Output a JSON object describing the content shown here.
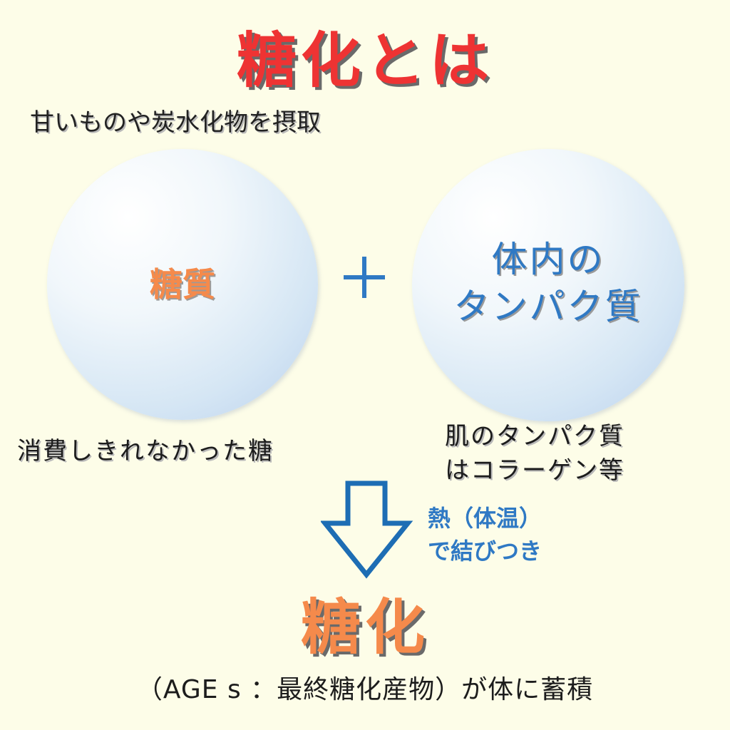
{
  "title": "糖化とは",
  "intro": "甘いものや炭水化物を摂取",
  "left_circle": {
    "label": "糖質",
    "caption": "消費しきれなかった糖"
  },
  "operator": "+",
  "right_circle": {
    "label_lines": [
      "体内の",
      "タンパク質"
    ],
    "caption_lines": [
      "肌のタンパク質",
      "はコラーゲン等"
    ]
  },
  "arrow": {
    "icon": "down-arrow-outline-icon",
    "label_lines": [
      "熱（体温）",
      "で結びつき"
    ]
  },
  "result": {
    "label": "糖化",
    "description": "（AGE s ：最終糖化産物）が体に蓄積"
  },
  "colors": {
    "title": "#ee3333",
    "accent_orange": "#f58a4b",
    "accent_blue": "#2f79c4",
    "background": "#fdfde8"
  }
}
